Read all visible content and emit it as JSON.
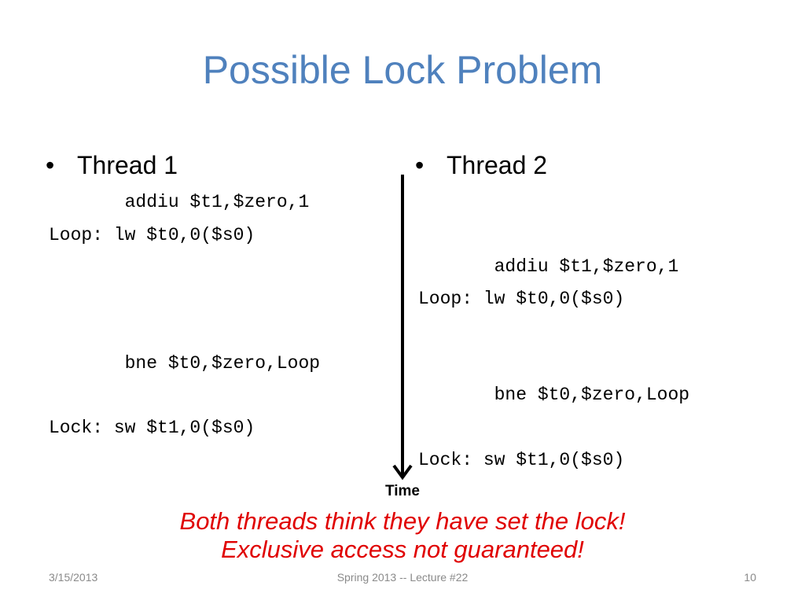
{
  "slide": {
    "title": "Possible Lock Problem",
    "thread1": {
      "heading": "Thread 1",
      "lines": [
        "       addiu $t1,$zero,1",
        "Loop: lw $t0,0($s0)",
        "       bne $t0,$zero,Loop",
        "Lock: sw $t1,0($s0)"
      ]
    },
    "thread2": {
      "heading": "Thread 2",
      "lines": [
        "       addiu $t1,$zero,1",
        "Loop: lw $t0,0($s0)",
        "       bne $t0,$zero,Loop",
        "Lock: sw $t1,0($s0)"
      ]
    },
    "bullet_symbol": "•",
    "time_label": "Time",
    "warning_line1": "Both threads think they have set the lock!",
    "warning_line2": "Exclusive access not guaranteed!",
    "footer": {
      "date": "3/15/2013",
      "center": "Spring 2013 -- Lecture #22",
      "page": "10"
    }
  },
  "colors": {
    "title": "#4f81bd",
    "warning": "#e00000",
    "footer": "#8a8a8a"
  }
}
